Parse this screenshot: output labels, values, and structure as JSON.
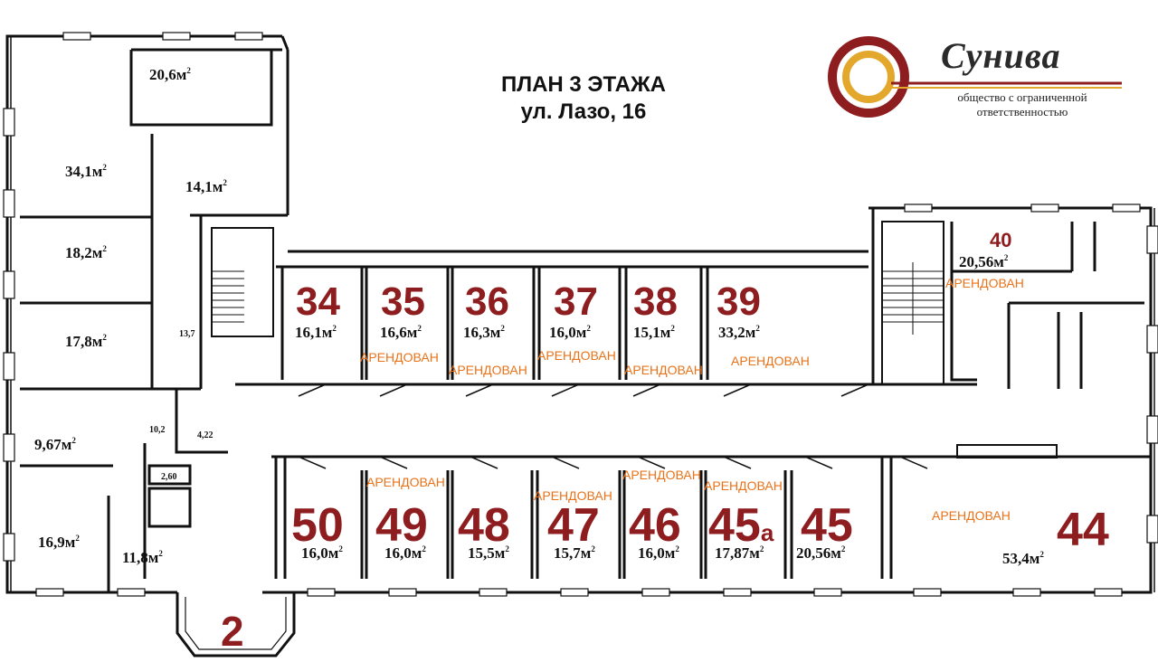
{
  "title": {
    "line1": "ПЛАН 3 ЭТАЖА",
    "line2": "ул. Лазо, 16"
  },
  "logo": {
    "name": "Сунива",
    "subtitle1": "общество с ограниченной",
    "subtitle2": "ответственностью",
    "colors": {
      "ring_outer": "#8e1d1f",
      "ring_inner": "#e3a82b"
    }
  },
  "colors": {
    "room_number": "#8e1d1f",
    "rented": "#e8731a",
    "wall": "#111111"
  },
  "unit": "м",
  "unit_sup": "2",
  "rented_label": "АРЕНДОВАН",
  "stair_number": "2",
  "small_labels": [
    "13,7",
    "10,2",
    "4,22",
    "2,60"
  ],
  "rooms_left": [
    {
      "area": "20,6м"
    },
    {
      "area": "34,1м"
    },
    {
      "area": "14,1м"
    },
    {
      "area": "18,2м"
    },
    {
      "area": "17,8м"
    },
    {
      "area": "9,67м"
    },
    {
      "area": "16,9м"
    },
    {
      "area": "11,8м"
    }
  ],
  "rooms_top": [
    {
      "number": "34",
      "area": "16,1м"
    },
    {
      "number": "35",
      "area": "16,6м"
    },
    {
      "number": "36",
      "area": "16,3м"
    },
    {
      "number": "37",
      "area": "16,0м"
    },
    {
      "number": "38",
      "area": "15,1м"
    },
    {
      "number": "39",
      "area": "33,2м"
    },
    {
      "number": "40",
      "area": "20,56м"
    }
  ],
  "rooms_bottom": [
    {
      "number": "50",
      "area": "16,0м"
    },
    {
      "number": "49",
      "area": "16,0м"
    },
    {
      "number": "48",
      "area": "15,5м"
    },
    {
      "number": "47",
      "area": "15,7м"
    },
    {
      "number": "46",
      "area": "16,0м"
    },
    {
      "number": "45",
      "number_suffix": "а",
      "area": "17,87м"
    },
    {
      "number": "45",
      "area": "20,56м"
    },
    {
      "number": "44",
      "area": "53,4м"
    }
  ]
}
